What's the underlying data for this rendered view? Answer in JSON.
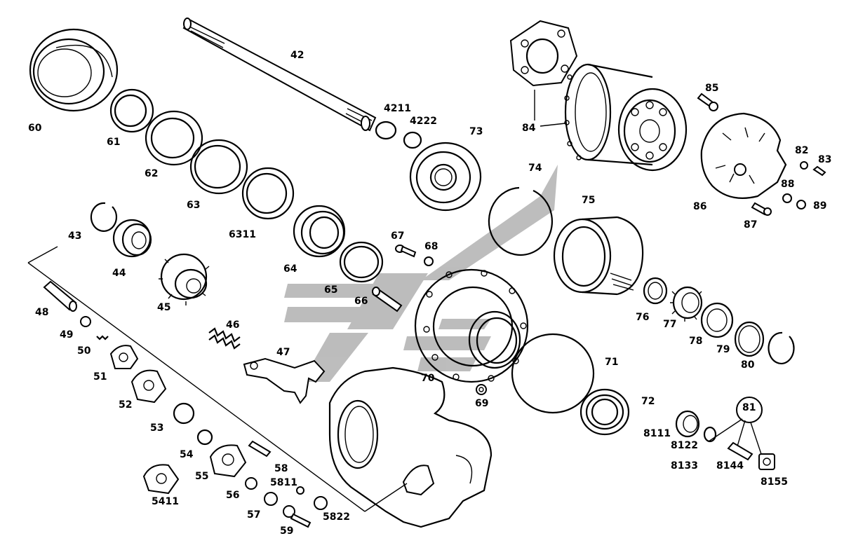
{
  "diagram": {
    "watermark_color": "#b9b9b9",
    "line_color": "#000000",
    "background": "#ffffff",
    "part_labels": [
      "42",
      "4211",
      "4222",
      "60",
      "61",
      "62",
      "63",
      "6311",
      "43",
      "44",
      "45",
      "46",
      "47",
      "48",
      "49",
      "50",
      "51",
      "52",
      "53",
      "54",
      "55",
      "56",
      "57",
      "58",
      "5811",
      "5822",
      "59",
      "5411",
      "64",
      "65",
      "66",
      "67",
      "68",
      "69",
      "70",
      "71",
      "72",
      "73",
      "74",
      "75",
      "76",
      "77",
      "78",
      "79",
      "80",
      "81",
      "8111",
      "8122",
      "8133",
      "8144",
      "8155",
      "82",
      "83",
      "84",
      "85",
      "86",
      "87",
      "88",
      "89"
    ]
  }
}
